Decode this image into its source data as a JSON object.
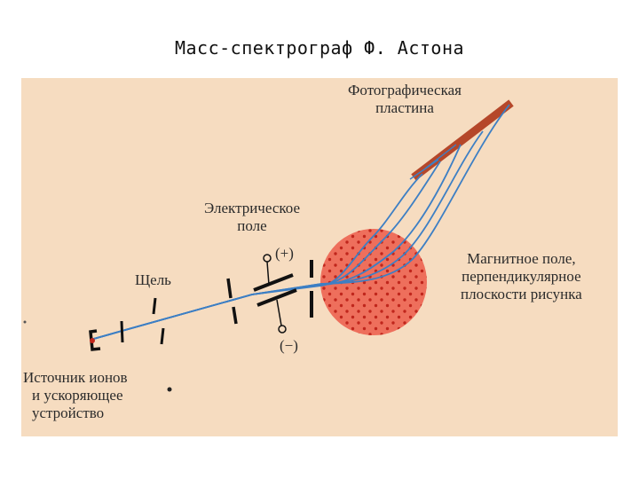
{
  "title": "Масс-спектрограф Ф. Астона",
  "labels": {
    "photo_plate": [
      "Фотографическая",
      "пластина"
    ],
    "electric_field": [
      "Электрическое",
      "поле"
    ],
    "slit": "Щель",
    "magnetic_field": [
      "Магнитное поле,",
      "перпендикулярное",
      "плоскости рисунка"
    ],
    "ion_source": [
      "Источник ионов",
      "и ускоряющее",
      "устройство"
    ],
    "plus": "(+)",
    "minus": "(−)"
  },
  "colors": {
    "background": "#f6dcc0",
    "beam": "#3d7fc4",
    "plate": "#b5472a",
    "field_circle": "#ee6f5c",
    "field_dots": "#c0261c"
  }
}
